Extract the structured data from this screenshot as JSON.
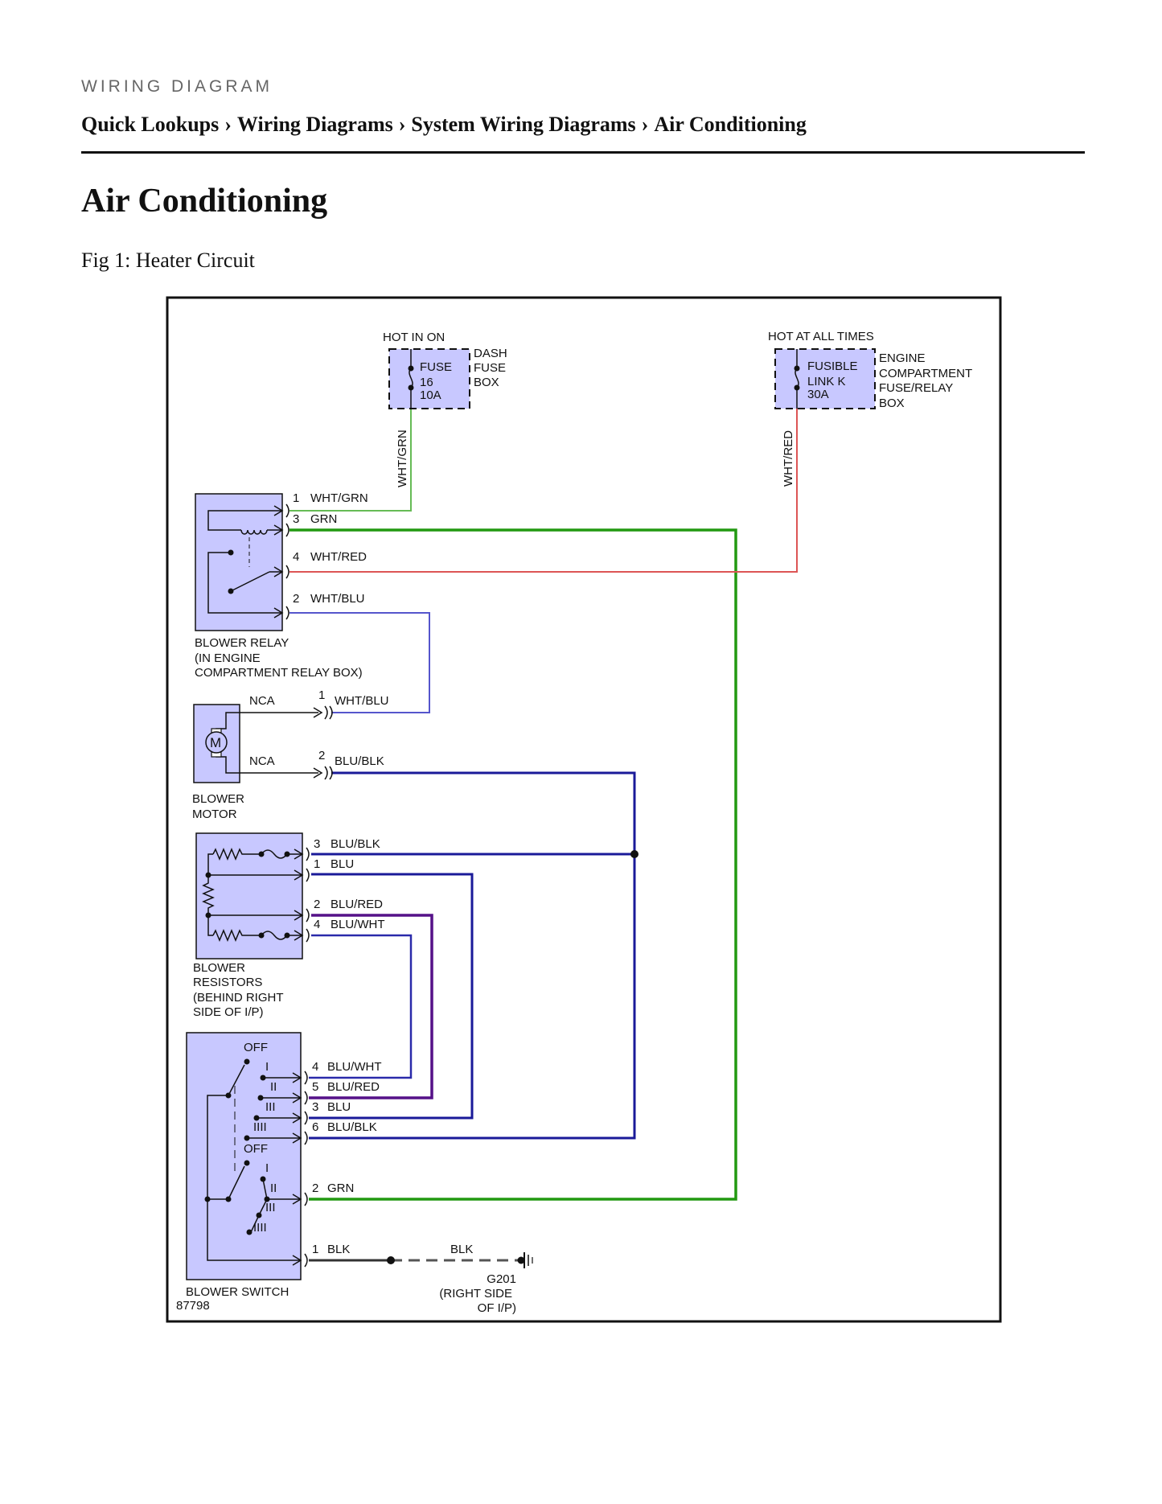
{
  "header": {
    "kicker": "WIRING DIAGRAM",
    "breadcrumb": [
      "Quick Lookups",
      "Wiring Diagrams",
      "System Wiring Diagrams",
      "Air Conditioning"
    ],
    "separator": "›"
  },
  "page_title": "Air Conditioning",
  "figure_caption": "Fig 1: Heater Circuit",
  "colors": {
    "component_fill": "#c8c8ff",
    "border": "#111111",
    "wire_wht_grn": "#66bb55",
    "wire_grn": "#229911",
    "wire_wht_red": "#dd5555",
    "wire_wht_blu": "#5555cc",
    "wire_blu": "#1a1a99",
    "wire_blu_red": "#551188",
    "wire_blk": "#333333"
  },
  "diagram": {
    "fuse16": {
      "hot_label": "HOT IN ON",
      "lines": [
        "FUSE",
        "16",
        "10A"
      ],
      "box_label": [
        "DASH",
        "FUSE",
        "BOX"
      ],
      "wire_label": "WHT/GRN"
    },
    "fusible_link": {
      "hot_label": "HOT AT ALL TIMES",
      "lines": [
        "FUSIBLE",
        "LINK K",
        "30A"
      ],
      "box_label": [
        "ENGINE",
        "COMPARTMENT",
        "FUSE/RELAY",
        "BOX"
      ],
      "wire_label": "WHT/RED"
    },
    "blower_relay": {
      "label": [
        "BLOWER RELAY",
        "(IN ENGINE",
        "COMPARTMENT RELAY BOX)"
      ],
      "pins": [
        {
          "pin": "1",
          "wire": "WHT/GRN"
        },
        {
          "pin": "3",
          "wire": "GRN"
        },
        {
          "pin": "4",
          "wire": "WHT/RED"
        },
        {
          "pin": "2",
          "wire": "WHT/BLU"
        }
      ]
    },
    "blower_motor": {
      "label": [
        "BLOWER",
        "MOTOR"
      ],
      "symbol": "M",
      "pins": [
        {
          "pin": "1",
          "nca": "NCA",
          "wire": "WHT/BLU"
        },
        {
          "pin": "2",
          "nca": "NCA",
          "wire": "BLU/BLK"
        }
      ]
    },
    "blower_resistors": {
      "label": [
        "BLOWER",
        "RESISTORS",
        "(BEHIND RIGHT",
        "SIDE OF I/P)"
      ],
      "pins": [
        {
          "pin": "3",
          "wire": "BLU/BLK"
        },
        {
          "pin": "1",
          "wire": "BLU"
        },
        {
          "pin": "2",
          "wire": "BLU/RED"
        },
        {
          "pin": "4",
          "wire": "BLU/WHT"
        }
      ]
    },
    "blower_switch": {
      "label": "BLOWER SWITCH",
      "positions": [
        "OFF",
        "I",
        "II",
        "III",
        "IIII"
      ],
      "pins": [
        {
          "pin": "4",
          "wire": "BLU/WHT"
        },
        {
          "pin": "5",
          "wire": "BLU/RED"
        },
        {
          "pin": "3",
          "wire": "BLU"
        },
        {
          "pin": "6",
          "wire": "BLU/BLK"
        },
        {
          "pin": "2",
          "wire": "GRN"
        },
        {
          "pin": "1",
          "wire": "BLK"
        }
      ]
    },
    "ground": {
      "wire": "BLK",
      "label": [
        "G201",
        "(RIGHT SIDE",
        "OF I/P)"
      ]
    },
    "figure_number": "87798"
  }
}
